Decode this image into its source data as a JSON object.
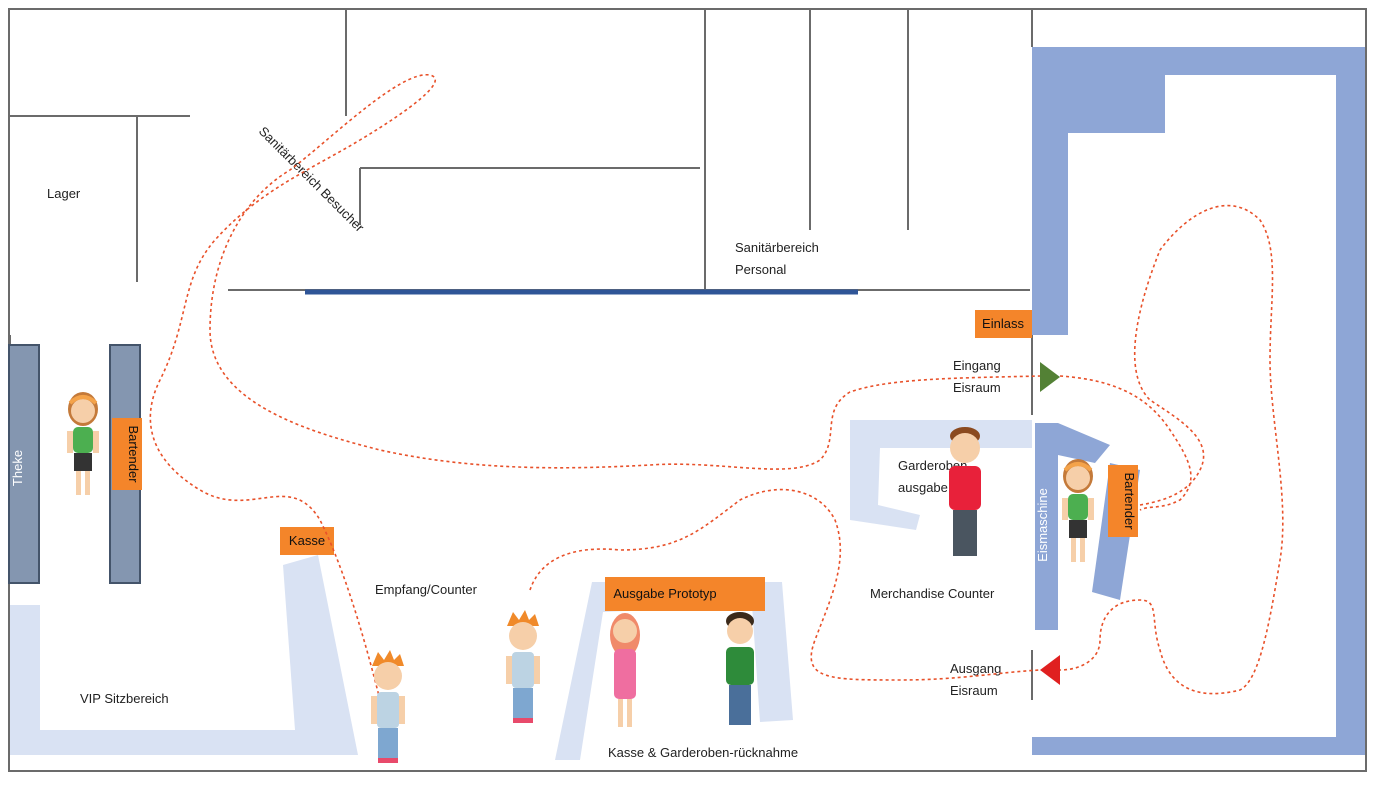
{
  "colors": {
    "wall": "#6b6b6b",
    "counter_blue": "#8ea6d6",
    "counter_light": "#d9e2f3",
    "bar_grey": "#8496b0",
    "bar_edge": "#44546a",
    "label_orange": "#f4852a",
    "path_red": "#e8512a",
    "arrow_green": "#538135",
    "arrow_red": "#e02020",
    "stage_line": "#2f5597"
  },
  "rooms": {
    "lager": "Lager",
    "sanitaer_besucher": "Sanitärbereich Besucher",
    "sanitaer_personal_line1": "Sanitärbereich",
    "sanitaer_personal_line2": "Personal",
    "theke": "Theke",
    "vip": "VIP Sitzbereich"
  },
  "stations": {
    "bartender_left": "Bartender",
    "kasse": "Kasse",
    "einlass": "Einlass",
    "ausgabe_prototyp": "Ausgabe Prototyp",
    "bartender_right": "Bartender"
  },
  "labels": {
    "empfang": "Empfang/Counter",
    "kasse_garderobe": "Kasse & Garderoben-rücknahme",
    "merchandise": "Merchandise Counter",
    "garderobe_line1": "Garderoben-",
    "garderobe_line2": "ausgabe",
    "eingang_line1": "Eingang",
    "eingang_line2": "Eisraum",
    "ausgang_line1": "Ausgang",
    "ausgang_line2": "Eisraum",
    "eismaschine": "Eismaschine"
  },
  "people": [
    {
      "name": "bartender-left-person",
      "type": "girl"
    },
    {
      "name": "visitor-front-person",
      "type": "boy"
    },
    {
      "name": "reception-person",
      "type": "boy"
    },
    {
      "name": "prototype-girl-person",
      "type": "girl-pink"
    },
    {
      "name": "prototype-boy-person",
      "type": "man-green"
    },
    {
      "name": "merch-person",
      "type": "man-red"
    },
    {
      "name": "bartender-right-person",
      "type": "girl"
    }
  ]
}
